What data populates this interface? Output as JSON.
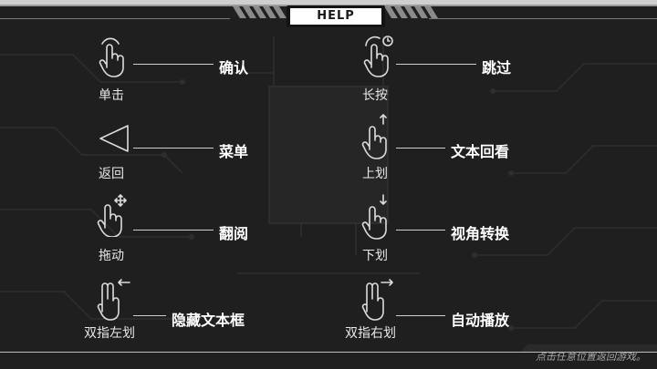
{
  "header": {
    "title": "HELP"
  },
  "gestures": [
    {
      "icon": "tap-hand-icon",
      "label": "单击",
      "action": "确认"
    },
    {
      "icon": "long-press-hand-icon",
      "label": "长按",
      "action": "跳过"
    },
    {
      "icon": "back-triangle-icon",
      "label": "返回",
      "action": "菜单"
    },
    {
      "icon": "swipe-up-hand-icon",
      "label": "上划",
      "action": "文本回看"
    },
    {
      "icon": "drag-hand-icon",
      "label": "拖动",
      "action": "翻阅"
    },
    {
      "icon": "swipe-down-hand-icon",
      "label": "下划",
      "action": "视角转换"
    },
    {
      "icon": "two-finger-swipe-left-icon",
      "label": "双指左划",
      "action": "隐藏文本框"
    },
    {
      "icon": "two-finger-swipe-right-icon",
      "label": "双指右划",
      "action": "自动播放"
    }
  ],
  "footer": {
    "hint": "点击任意位置返回游戏。"
  },
  "colors": {
    "background": "#1f1f1f",
    "text": "#ffffff",
    "line": "#cfcfcf"
  }
}
